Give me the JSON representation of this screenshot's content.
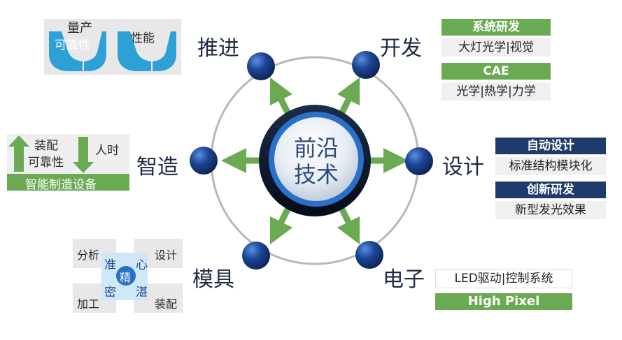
{
  "center": {
    "line1": "前沿",
    "line2": "技术"
  },
  "nodes": {
    "push": "推进",
    "develop": "开发",
    "design": "设计",
    "electronics": "电子",
    "mold": "模具",
    "manufacture": "智造"
  },
  "develop_box": {
    "header1": "系统研发",
    "row1": "大灯光学|视觉",
    "header2": "CAE",
    "row2": "光学|热学|力学"
  },
  "design_box": {
    "header1": "自动设计",
    "row1": "标准结构模块化",
    "header2": "创新研发",
    "row2": "新型发光效果"
  },
  "electronics_box": {
    "row1": "LED驱动|控制系统",
    "header1": "High Pixel"
  },
  "push_box": {
    "left_l1": "量产",
    "left_l2": "可靠性",
    "right": "性能"
  },
  "manufacture_box": {
    "assembly": "装配",
    "reliability": "可靠性",
    "labor": "人时",
    "footer": "智能制造设备"
  },
  "mold_box": {
    "analysis": "分析",
    "design": "设计",
    "machining": "加工",
    "assembly": "装配",
    "zhun": "准",
    "xin": "心",
    "mi": "密",
    "zhan": "湛",
    "jing": "精"
  },
  "colors": {
    "green": "#6aaa52",
    "navy": "#1f3b6b",
    "node_blue": "#1a3f8a",
    "ring": "#b5b5b5",
    "hand_blue": "#2da0d6"
  }
}
